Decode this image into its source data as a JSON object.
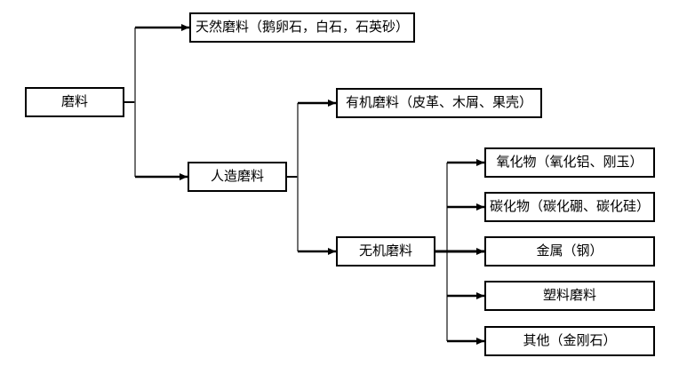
{
  "diagram": {
    "type": "flowchart-tree",
    "language": "zh-CN",
    "colors": {
      "background": "#ffffff",
      "box_fill": "#ffffff",
      "box_border": "#000000",
      "text": "#000000",
      "arrow": "#000000",
      "connector_line": "#4d4d4d"
    },
    "nodes": {
      "root": {
        "label": "磨料"
      },
      "natural": {
        "label": "天然磨料（鹅卵石，白石，石英砂）"
      },
      "artificial": {
        "label": "人造磨料"
      },
      "organic": {
        "label": "有机磨料（皮革、木屑、果壳）"
      },
      "inorganic": {
        "label": "无机磨料"
      },
      "oxide": {
        "label": "氧化物（氧化铝、刚玉）"
      },
      "carbide": {
        "label": "碳化物（碳化硼、碳化硅）"
      },
      "metal": {
        "label": "金属（钢）"
      },
      "plastic": {
        "label": "塑料磨料"
      },
      "other": {
        "label": "其他（金刚石）"
      }
    },
    "edges": [
      {
        "from": "root",
        "to": "natural"
      },
      {
        "from": "root",
        "to": "artificial"
      },
      {
        "from": "artificial",
        "to": "organic"
      },
      {
        "from": "artificial",
        "to": "inorganic"
      },
      {
        "from": "inorganic",
        "to": "oxide"
      },
      {
        "from": "inorganic",
        "to": "carbide"
      },
      {
        "from": "inorganic",
        "to": "metal"
      },
      {
        "from": "inorganic",
        "to": "plastic"
      },
      {
        "from": "inorganic",
        "to": "other"
      }
    ]
  }
}
